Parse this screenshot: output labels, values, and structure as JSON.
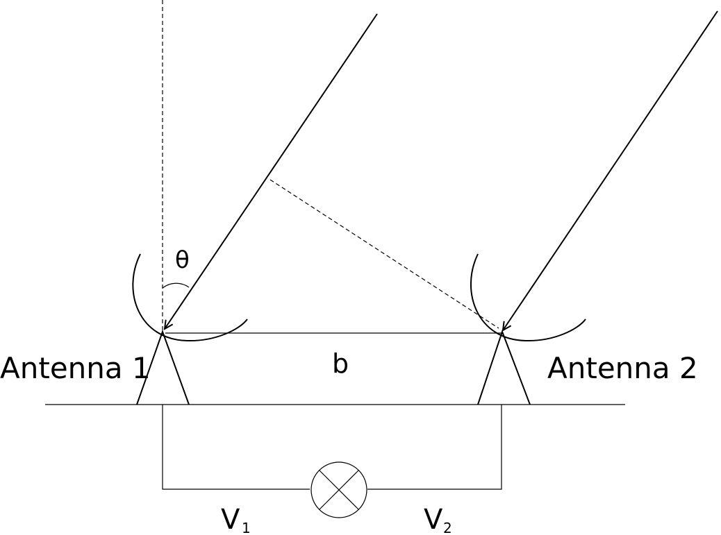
{
  "labels": {
    "antenna1": "Antenna 1",
    "antenna2": "Antenna 2",
    "baseline": "b",
    "angle": "θ",
    "v1_main": "V",
    "v1_sub": "1",
    "v2_main": "V",
    "v2_sub": "2"
  },
  "colors": {
    "stroke": "#000000",
    "background": "#ffffff"
  },
  "icons": {
    "correlator": "circle-x-icon"
  }
}
